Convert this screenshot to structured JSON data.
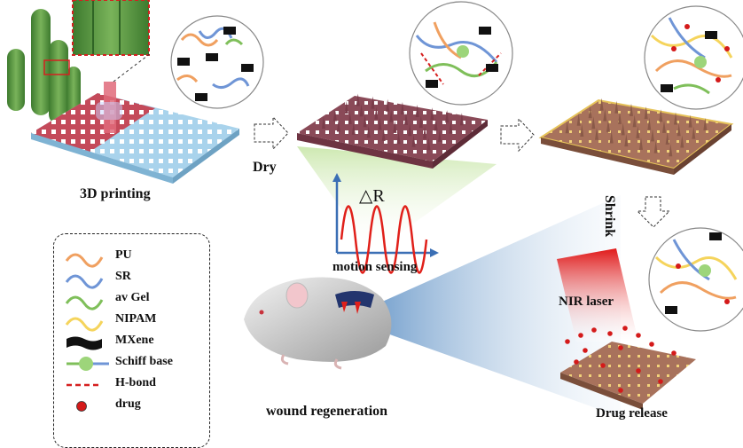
{
  "labels": {
    "printing": "3D printing",
    "dry": "Dry",
    "shrink": "Shrink",
    "delta_r": "△R",
    "motion_sensing": "motion sensing",
    "nir_laser": "NIR laser",
    "wound_regeneration": "wound regeneration",
    "drug_release": "Drug release"
  },
  "legend": [
    {
      "label": "PU",
      "color": "#f0a060",
      "kind": "wave"
    },
    {
      "label": "SR",
      "color": "#6f95d6",
      "kind": "wave"
    },
    {
      "label": "av Gel",
      "color": "#7fbf5a",
      "kind": "wave"
    },
    {
      "label": "NIPAM",
      "color": "#f5d45c",
      "kind": "wave"
    },
    {
      "label": "MXene",
      "color": "#111111",
      "kind": "flake"
    },
    {
      "label": "Schiff base",
      "color": "#7fbf5a",
      "kind": "schiff"
    },
    {
      "label": "H-bond",
      "color": "#d62020",
      "kind": "dash"
    },
    {
      "label": "drug",
      "color": "#d41a1a",
      "kind": "dot"
    }
  ],
  "colors": {
    "patch_wet": "#8a4a58",
    "patch_dried": "#a8725c",
    "substrate_blue": "#a9d3ec",
    "printed_red": "#c44a5a",
    "signal_red": "#e0201a",
    "axis_blue": "#3b6fb5",
    "laser_red": "#e01818"
  }
}
